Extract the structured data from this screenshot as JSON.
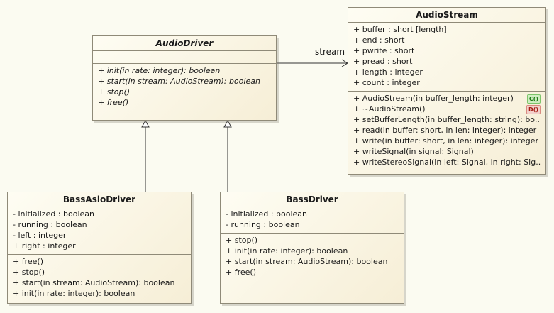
{
  "audio_driver": {
    "name": "AudioDriver",
    "methods": [
      "+ init(in rate: integer): boolean",
      "+ start(in stream: AudioStream): boolean",
      "+ stop()",
      "+ free()"
    ]
  },
  "audio_stream": {
    "name": "AudioStream",
    "attributes": [
      "+ buffer : short [length]",
      "+ end : short",
      "+ pwrite : short",
      "+ pread : short",
      "+ length : integer",
      "+ count : integer"
    ],
    "methods": [
      "+ AudioStream(in buffer_length: integer)",
      "+ ~AudioStream()",
      "+ setBufferLength(in buffer_length: string): bo...",
      "+ read(in buffer: short, in len: integer): integer",
      "+ write(in buffer: short, in len: integer): integer",
      "+ writeSignal(in signal: Signal)",
      "+ writeStereoSignal(in left: Signal, in right: Sig..."
    ],
    "constructor_badge": "C()",
    "destructor_badge": "D()"
  },
  "bass_asio_driver": {
    "name": "BassAsioDriver",
    "attributes": [
      "- initialized : boolean",
      "- running : boolean",
      "- left : integer",
      "+ right : integer"
    ],
    "methods": [
      "+ free()",
      "+ stop()",
      "+ start(in stream: AudioStream): boolean",
      "+ init(in rate: integer): boolean"
    ]
  },
  "bass_driver": {
    "name": "BassDriver",
    "attributes": [
      "- initialized : boolean",
      "- running : boolean"
    ],
    "methods": [
      "+ stop()",
      "+ init(in rate: integer): boolean",
      "+ start(in stream: AudioStream): boolean",
      "+ free()"
    ]
  },
  "association_label": "stream",
  "colors": {
    "class_fill_start": "#fefdf3",
    "class_fill_end": "#f6eed6",
    "border": "#8f8a78",
    "background": "#fbfbf1"
  }
}
